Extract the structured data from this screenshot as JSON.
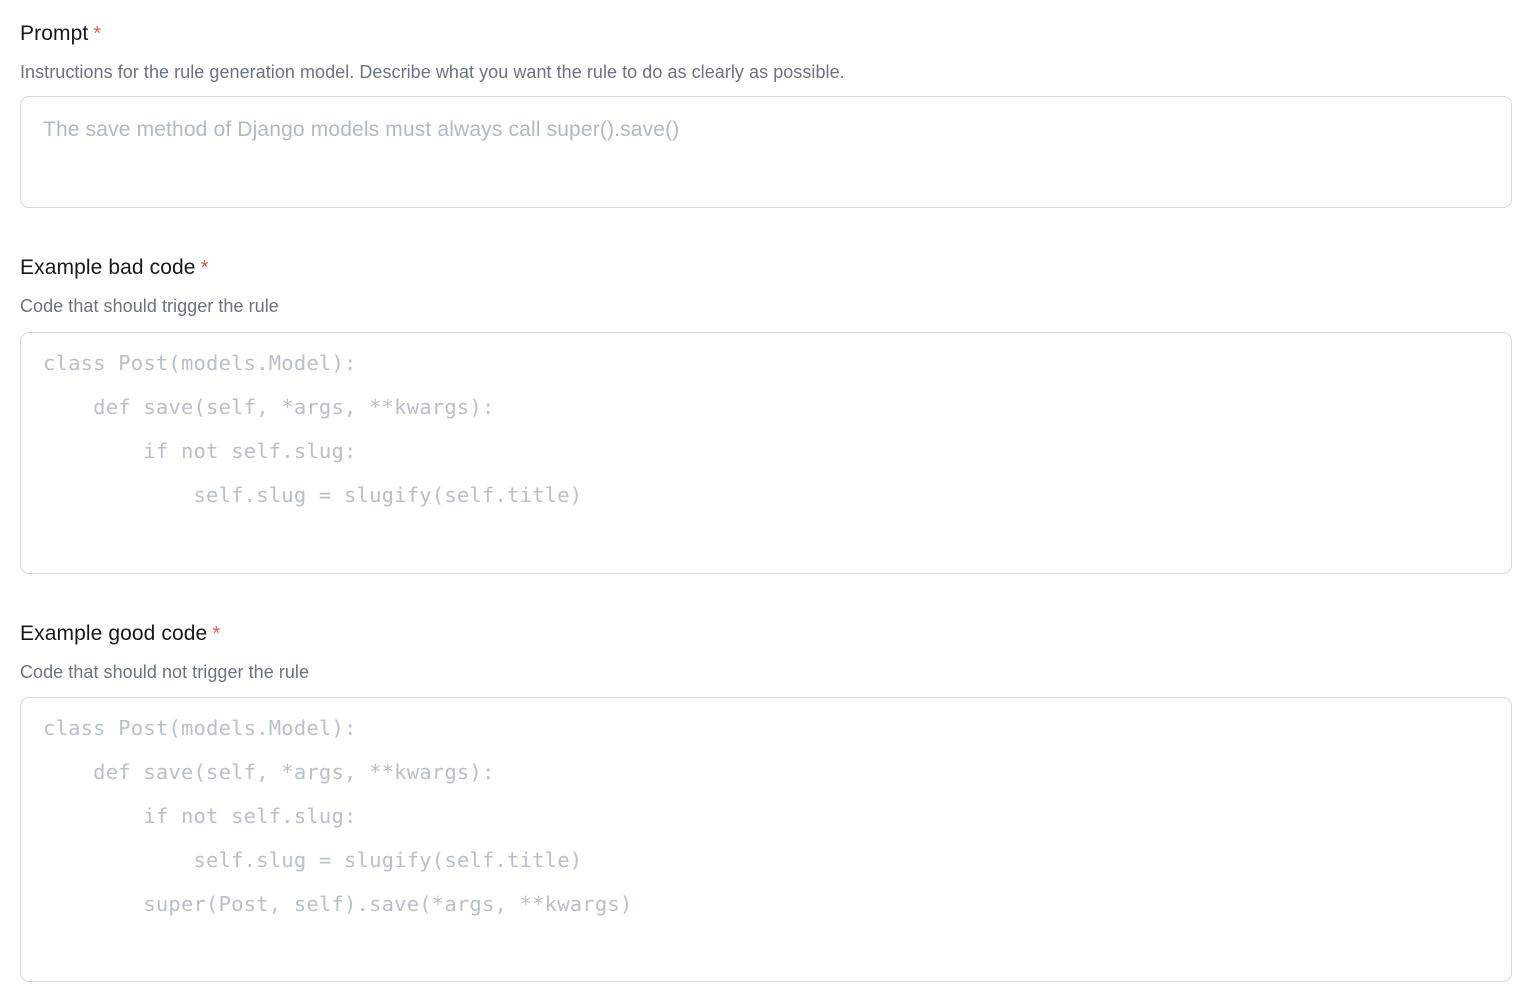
{
  "form": {
    "fields": [
      {
        "id": "prompt",
        "label": "Prompt",
        "required_marker": "*",
        "help": "Instructions for the rule generation model. Describe what you want the rule to do as clearly as possible.",
        "value": "",
        "placeholder": "The save method of Django models must always call super().save()"
      },
      {
        "id": "bad_code",
        "label": "Example bad code",
        "required_marker": "*",
        "help": "Code that should trigger the rule",
        "value": "",
        "placeholder": "class Post(models.Model):\n    def save(self, *args, **kwargs):\n        if not self.slug:\n            self.slug = slugify(self.title)"
      },
      {
        "id": "good_code",
        "label": "Example good code",
        "required_marker": "*",
        "help": "Code that should not trigger the rule",
        "value": "",
        "placeholder": "class Post(models.Model):\n    def save(self, *args, **kwargs):\n        if not self.slug:\n            self.slug = slugify(self.title)\n        super(Post, self).save(*args, **kwargs)"
      }
    ]
  },
  "colors": {
    "label": "#18191b",
    "required_star": "#ee5a52",
    "help_text": "#6b7280",
    "placeholder": "#b1b9c5",
    "code_placeholder": "#b9c0ca",
    "border": "#d5dae0",
    "background": "#ffffff"
  }
}
